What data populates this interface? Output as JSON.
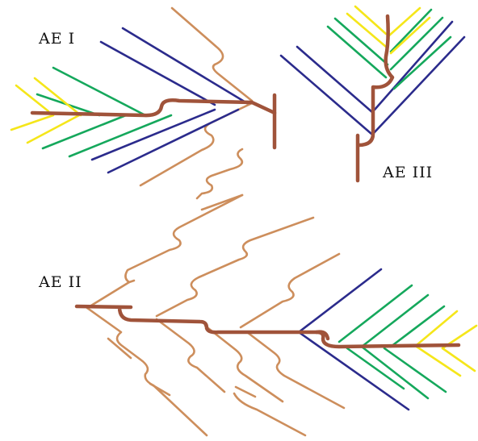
{
  "labels": {
    "ae1": "AE I",
    "ae2": "AE II",
    "ae3": "AE III"
  },
  "colors": {
    "axis": "#a0533a",
    "tan": "#cd8e5c",
    "navy": "#2b2b8c",
    "green": "#15a85c",
    "yellow": "#f5e61a",
    "text": "#111111",
    "background": "#ffffff"
  }
}
